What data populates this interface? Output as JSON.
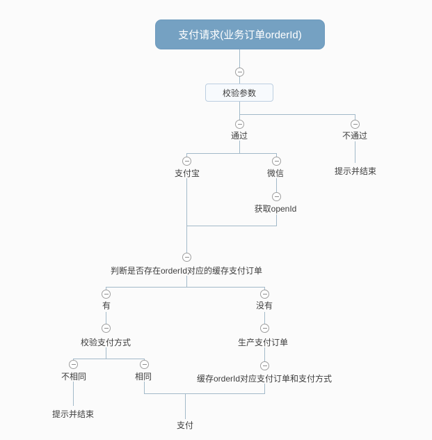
{
  "diagram": {
    "title_node": "支付请求(业务订单orderId)",
    "nodes": {
      "validate_params": "校验参数",
      "pass": "通过",
      "fail": "不通过",
      "fail_end": "提示并结束",
      "alipay": "支付宝",
      "wechat": "微信",
      "get_openid": "获取openId",
      "check_cached_order": "判断是否存在orderId对应的缓存支付订单",
      "has": "有",
      "has_not": "没有",
      "verify_pay_method": "校验支付方式",
      "not_same": "不相同",
      "same": "相同",
      "not_same_end": "提示并结束",
      "create_pay_order": "生产支付订单",
      "cache_pay_order": "缓存orderId对应支付订单和支付方式",
      "pay": "支付"
    },
    "colors": {
      "background": "#fbfbfb",
      "root_fill": "#75a1c2",
      "root_text": "#ffffff",
      "box_fill": "#f7fafd",
      "box_border": "#bccee0",
      "connector_line": "#a2b9c9",
      "collapse_border": "#9e9e9e",
      "text": "#3d3d3d"
    }
  }
}
